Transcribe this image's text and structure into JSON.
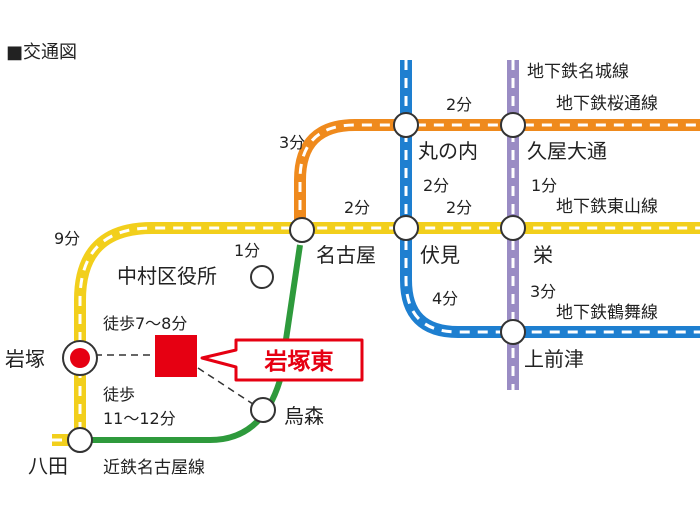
{
  "heading": "■交通図",
  "colors": {
    "jr_yellow": "#f2cf1c",
    "orange": "#ef8a1d",
    "blue": "#1e7fd0",
    "purple": "#9a8cc4",
    "green": "#2e9a3c",
    "dash_white": "#ffffff",
    "accent_red": "#e60012"
  },
  "stations": {
    "iwatsuka": "岩塚",
    "hatta": "八田",
    "nakamura_kuyakusho": "中村区役所",
    "nagoya": "名古屋",
    "karasumori": "烏森",
    "marunouchi": "丸の内",
    "fushimi": "伏見",
    "hisaya_odori": "久屋大通",
    "sakae": "栄",
    "kamimaezu": "上前津"
  },
  "lines": {
    "meijo": "地下鉄名城線",
    "sakuradori": "地下鉄桜通線",
    "higashiyama": "地下鉄東山線",
    "tsurumai": "地下鉄鶴舞線",
    "kintetsu": "近鉄名古屋線"
  },
  "times": {
    "iwatsuka_nagoya": "9分",
    "nagoya_marunouchi": "3分",
    "marunouchi_hisaya": "2分",
    "marunouchi_fushimi": "2分",
    "hisaya_sakae": "1分",
    "nagoya_fushimi": "2分",
    "fushimi_sakae": "2分",
    "nagoya_nakamura": "1分",
    "fushimi_kamimaezu": "4分",
    "sakae_kamimaezu": "3分"
  },
  "walk": {
    "to_iwatsuka": "徒歩7～8分",
    "to_karasumori_1": "徒歩",
    "to_karasumori_2": "11～12分"
  },
  "destination": {
    "label": "岩塚東",
    "marker_icon": "red-square-marker-icon"
  },
  "icons": {
    "current_station": "red-circle-station-icon",
    "station": "white-circle-station-icon"
  }
}
